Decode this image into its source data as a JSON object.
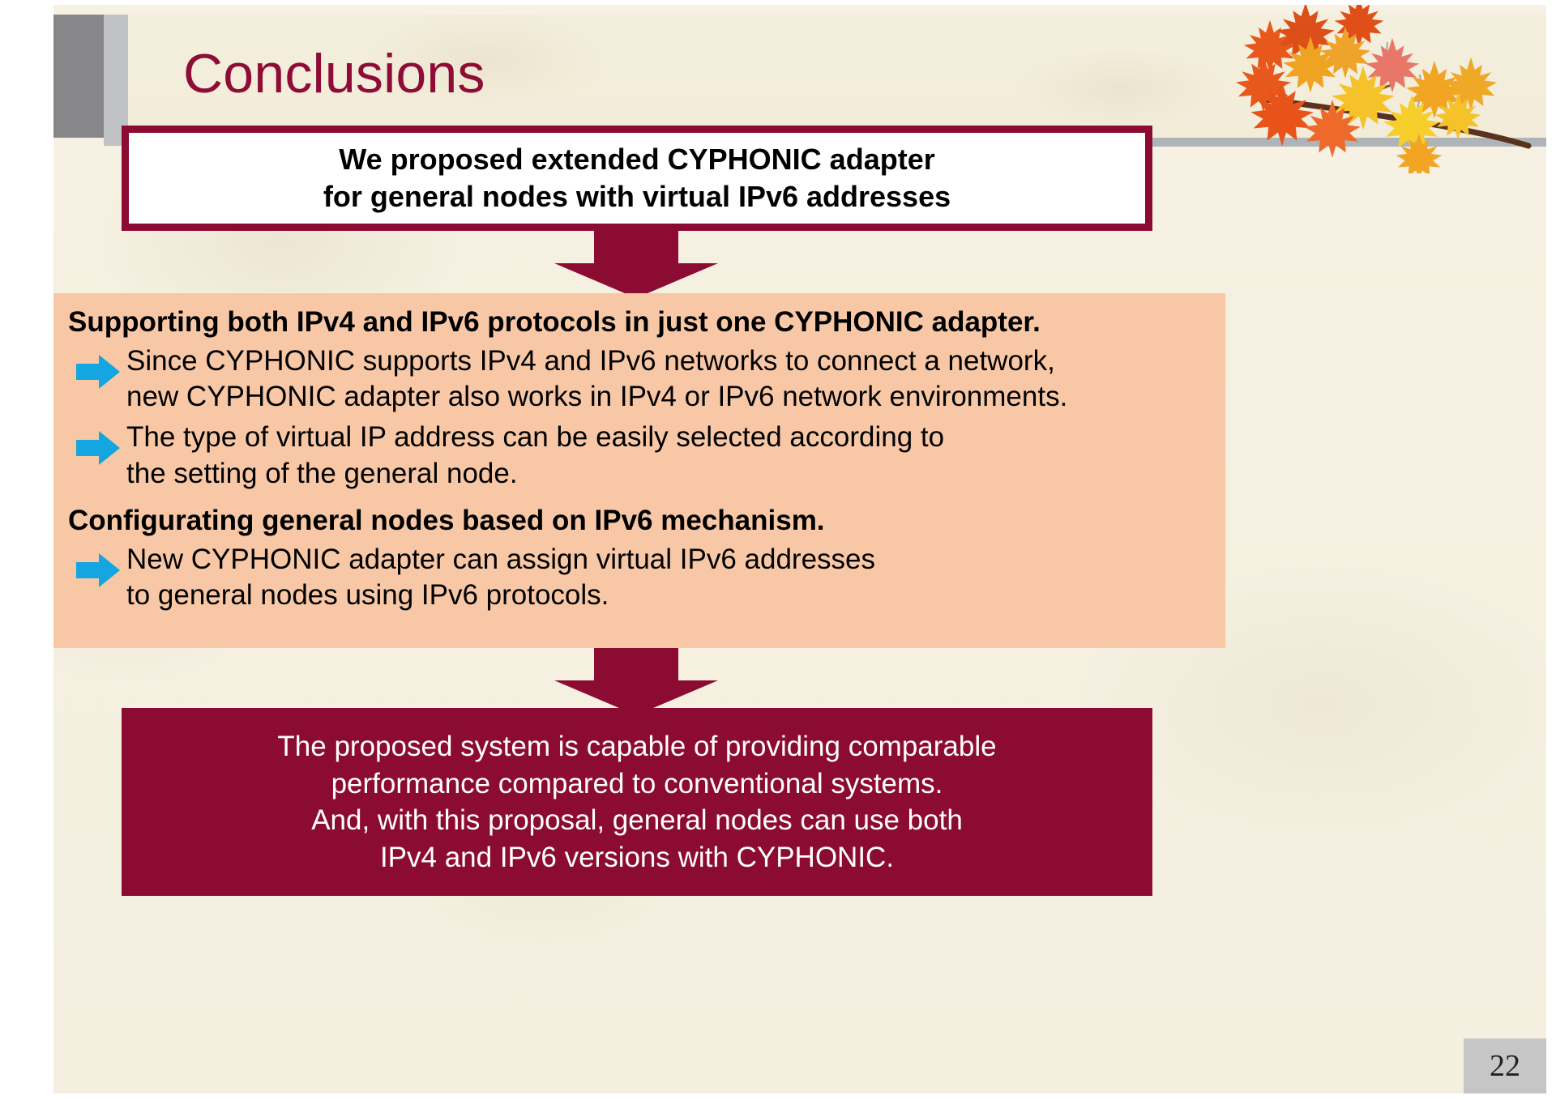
{
  "slide": {
    "title": "Conclusions",
    "page_number": "22",
    "accent_maroon": "#8c0b33",
    "panel_peach": "#f8c8a6",
    "bullet_blue": "#13a6e0",
    "background_cream": "#f5f0e0"
  },
  "proposal_box": {
    "line1": "We proposed extended CYPHONIC adapter",
    "line2": "for general nodes with virtual IPv6 addresses"
  },
  "sections": [
    {
      "heading": "Supporting both IPv4 and IPv6 protocols in just one CYPHONIC adapter.",
      "bullets": [
        {
          "icon": "blue-arrow-icon",
          "line1": "Since CYPHONIC supports IPv4 and IPv6 networks to connect a network,",
          "line2": "new CYPHONIC adapter also works in IPv4 or IPv6 network environments."
        },
        {
          "icon": "blue-arrow-icon",
          "line1": "The type of virtual IP address can be easily selected according to",
          "line2": "the setting of the general node."
        }
      ]
    },
    {
      "heading": "Configurating general nodes based on IPv6 mechanism.",
      "bullets": [
        {
          "icon": "blue-arrow-icon",
          "line1": "New CYPHONIC adapter can assign virtual IPv6 addresses",
          "line2": "to general nodes using IPv6 protocols."
        }
      ]
    }
  ],
  "conclusion_box": {
    "line1": "The proposed system is capable of providing comparable",
    "line2": "performance compared to conventional systems.",
    "line3": "And, with this proposal, general nodes can use both",
    "line4": "IPv4 and IPv6 versions with CYPHONIC."
  },
  "decorations": {
    "maple_leaves": "maple-leaves-decoration",
    "arrow_down_1": "down-arrow-icon",
    "arrow_down_2": "down-arrow-icon"
  }
}
